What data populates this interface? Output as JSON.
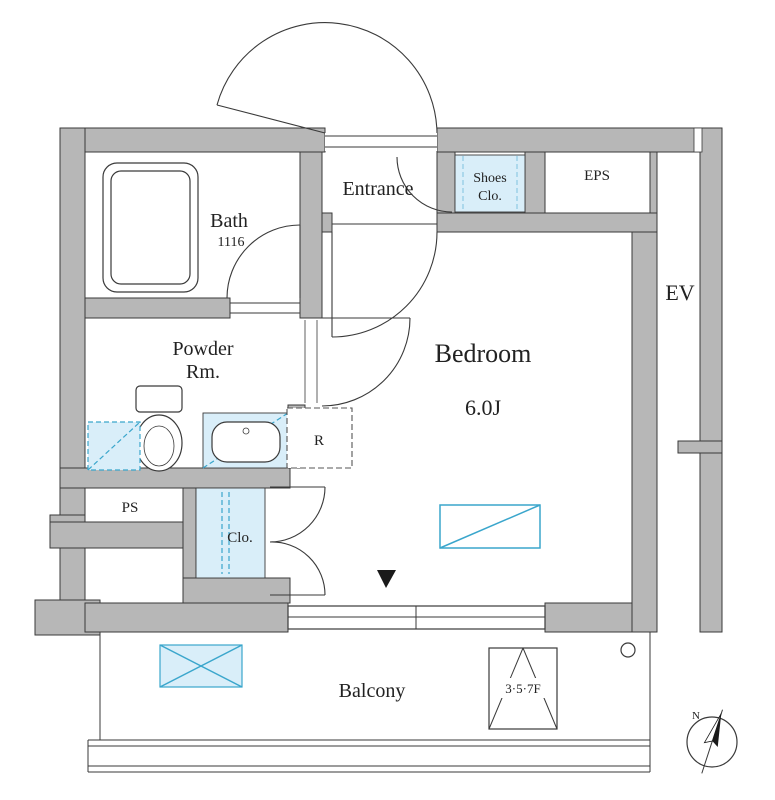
{
  "rooms": {
    "entrance": {
      "label": "Entrance"
    },
    "shoes_closet": {
      "line1": "Shoes",
      "line2": "Clo."
    },
    "eps": {
      "label": "EPS"
    },
    "elevator": {
      "label": "EV"
    },
    "bath": {
      "label": "Bath",
      "size": "1116"
    },
    "powder_room": {
      "line1": "Powder",
      "line2": "Rm."
    },
    "bedroom": {
      "label": "Bedroom",
      "size": "6.0J"
    },
    "refrigerator_space": {
      "label": "R"
    },
    "pipe_space": {
      "label": "PS"
    },
    "closet": {
      "label": "Clo."
    },
    "balcony": {
      "label": "Balcony"
    }
  },
  "annotations": {
    "floor_levels": "3·5·7F",
    "compass_north": "N"
  },
  "colors": {
    "wall": "#b7b7b7",
    "line": "#3a3a3a",
    "fixture_highlight": "#d9eef9",
    "accent_cyan": "#3aa6cc"
  }
}
